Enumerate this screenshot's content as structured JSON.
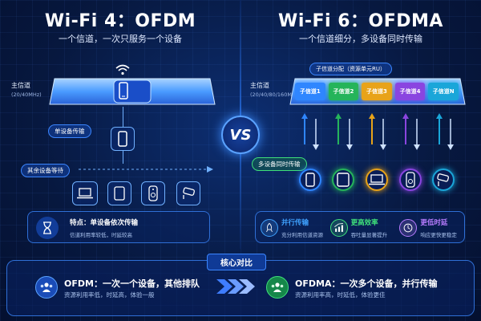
{
  "left": {
    "title": "Wi-Fi 4：OFDM",
    "subtitle": "一个信道，一次只服务一个设备",
    "channel_label": "主信道",
    "channel_spec": "(20/40MHz)",
    "single_tx_label": "单设备传输",
    "others_wait_label": "其余设备等待",
    "feature_title": "特点：单设备依次传输",
    "feature_desc": "信道利用率较低，时延较高"
  },
  "vs_label": "VS",
  "right": {
    "title": "Wi-Fi 6：OFDMA",
    "subtitle": "一个信道细分，多设备同时传输",
    "subchannel_alloc_label": "子信道分配（资源单元RU）",
    "channel_label": "主信道",
    "channel_spec": "(20/40/80/160MHz)",
    "subchannels": [
      {
        "label": "子信道1",
        "color": "#2f86ff"
      },
      {
        "label": "子信道2",
        "color": "#25b45a"
      },
      {
        "label": "子信道3",
        "color": "#e8a319"
      },
      {
        "label": "子信道4",
        "color": "#8a45e0"
      },
      {
        "label": "子信道N",
        "color": "#1aa6d9"
      }
    ],
    "multi_tx_label": "多设备同时传输",
    "features": [
      {
        "title": "并行传输",
        "desc": "充分利用信道资源",
        "color": "#3fa2ff"
      },
      {
        "title": "更高效率",
        "desc": "吞吐量显著提升",
        "color": "#3fe07a"
      },
      {
        "title": "更低时延",
        "desc": "响应更快更稳定",
        "color": "#b77cff"
      }
    ]
  },
  "compare": {
    "title": "核心对比",
    "ofdm_title": "OFDM：一次一个设备，其他排队",
    "ofdm_desc": "资源利用率低，时延高，体验一般",
    "ofdma_title": "OFDMA：一次多个设备，并行传输",
    "ofdma_desc": "资源利用率高，时延低，体验更佳"
  },
  "colors": {
    "accent_blue": "#3b86ff",
    "accent_green": "#3fe07a",
    "accent_purple": "#b77cff"
  }
}
